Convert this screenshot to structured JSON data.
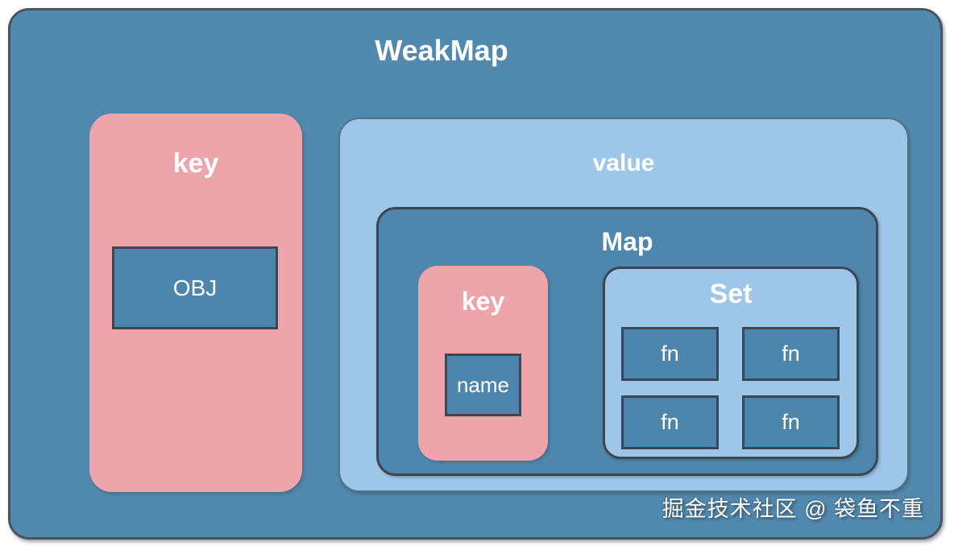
{
  "diagram": {
    "title": "WeakMap",
    "watermark": "掘金技术社区 @ 袋鱼不重",
    "colors": {
      "page_bg": "#ffffff",
      "outer_blue": "#5289ae",
      "map_blue": "#4e86ad",
      "cell_blue": "#4d86ad",
      "light_blue": "#9ec6e8",
      "pink": "#eda4ab",
      "border_dark": "#3d4752",
      "border_outer": "#49545f",
      "text": "#ffffff"
    },
    "outer_key": {
      "label": "key",
      "item": "OBJ"
    },
    "value": {
      "label": "value",
      "map": {
        "label": "Map",
        "key": {
          "label": "key",
          "item": "name"
        },
        "set": {
          "label": "Set",
          "items": [
            "fn",
            "fn",
            "fn",
            "fn"
          ]
        }
      }
    }
  }
}
